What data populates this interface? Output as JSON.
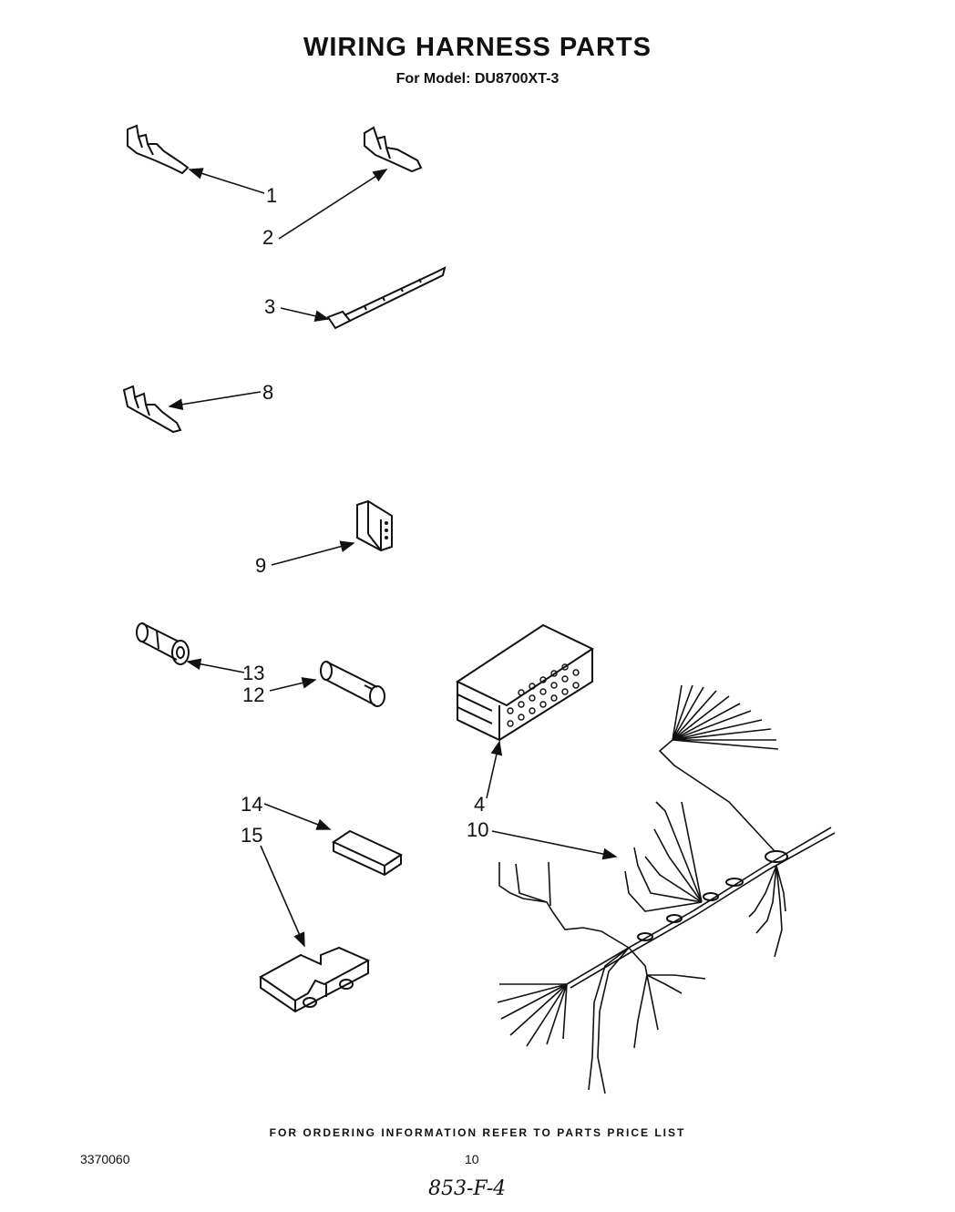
{
  "header": {
    "title": "WIRING HARNESS PARTS",
    "subtitle": "For Model: DU8700XT-3"
  },
  "callouts": {
    "c1": "1",
    "c2": "2",
    "c3": "3",
    "c8": "8",
    "c9": "9",
    "c13": "13",
    "c12": "12",
    "c4": "4",
    "c14": "14",
    "c15": "15",
    "c10": "10"
  },
  "footer": {
    "ordering_note": "FOR ORDERING INFORMATION REFER TO PARTS PRICE LIST",
    "doc_number": "3370060",
    "page_number": "10",
    "handwritten_ref": "853-F-4"
  }
}
